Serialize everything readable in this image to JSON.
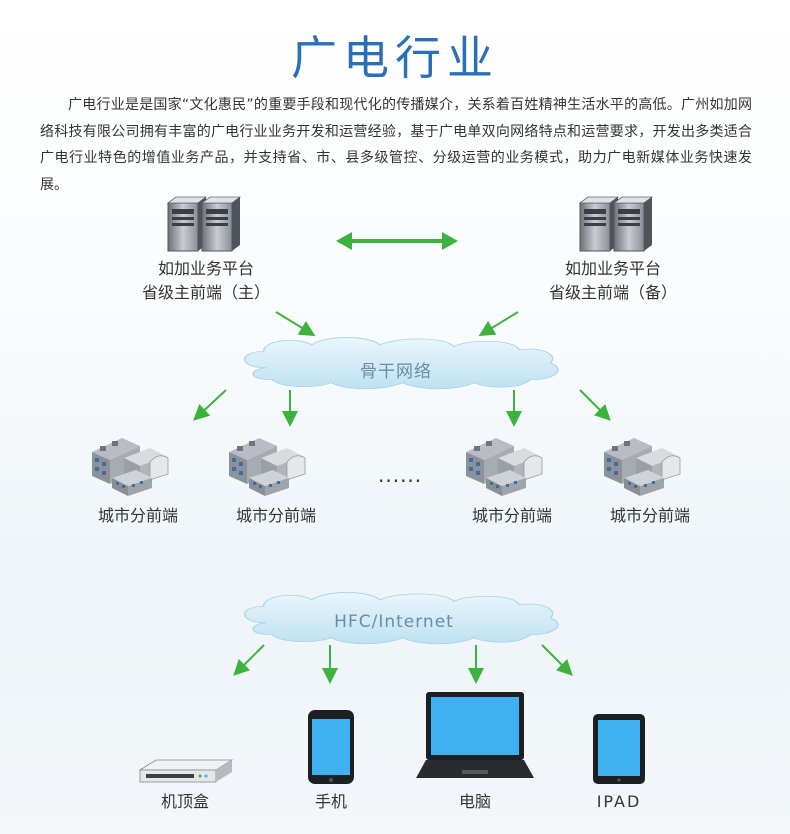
{
  "title": "广电行业",
  "intro": "广电行业是是国家“文化惠民”的重要手段和现代化的传播媒介，关系着百姓精神生活水平的高低。广州如加网络科技有限公司拥有丰富的广电行业业务开发和运营经验，基于广电单双向网络特点和运营要求，开发出多类适合广电行业特色的增值业务产品，并支持省、市、县多级管控、分级运营的业务模式，助力广电新媒体业务快速发展。",
  "servers": [
    {
      "line1": "如加业务平台",
      "line2": "省级主前端（主）"
    },
    {
      "line1": "如加业务平台",
      "line2": "省级主前端（备）"
    }
  ],
  "backbone_label": "骨干网络",
  "city_nodes": [
    "城市分前端",
    "城市分前端",
    "城市分前端",
    "城市分前端"
  ],
  "ellipsis": "......",
  "access_label": "HFC/Internet",
  "devices": [
    "机顶盒",
    "手机",
    "电脑",
    "IPAD"
  ],
  "colors": {
    "title": "#2a6fb8",
    "arrow": "#3db33d",
    "cloud": "#d6ecf7",
    "screen": "#3fb0f0"
  }
}
